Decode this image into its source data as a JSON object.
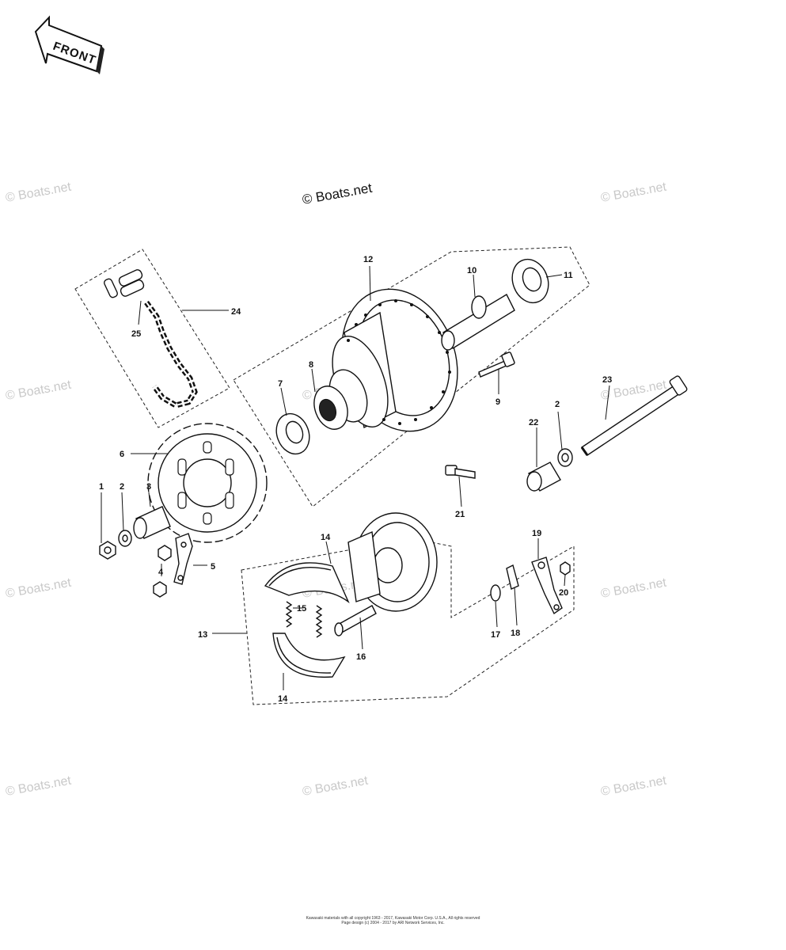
{
  "front_arrow": {
    "label": "FRONT"
  },
  "watermarks": {
    "main": "© Boats.net",
    "repeat": "© Boats.net"
  },
  "callouts": {
    "c1": "1",
    "c2a": "2",
    "c2b": "2",
    "c3": "3",
    "c4": "4",
    "c5": "5",
    "c6": "6",
    "c7": "7",
    "c8": "8",
    "c9": "9",
    "c10": "10",
    "c11": "11",
    "c12": "12",
    "c13": "13",
    "c14a": "14",
    "c14b": "14",
    "c15": "15",
    "c16": "16",
    "c17": "17",
    "c18": "18",
    "c19": "19",
    "c20": "20",
    "c21": "21",
    "c22": "22",
    "c23": "23",
    "c24": "24",
    "c25": "25"
  },
  "footer": {
    "line1": "Kawasaki materials with all copyright 1963 - 2017, Kawasaki Motor Corp. U.S.A., All rights reserved",
    "line2": "Page design (c) 2004 - 2017 by ARI Network Services, Inc."
  }
}
